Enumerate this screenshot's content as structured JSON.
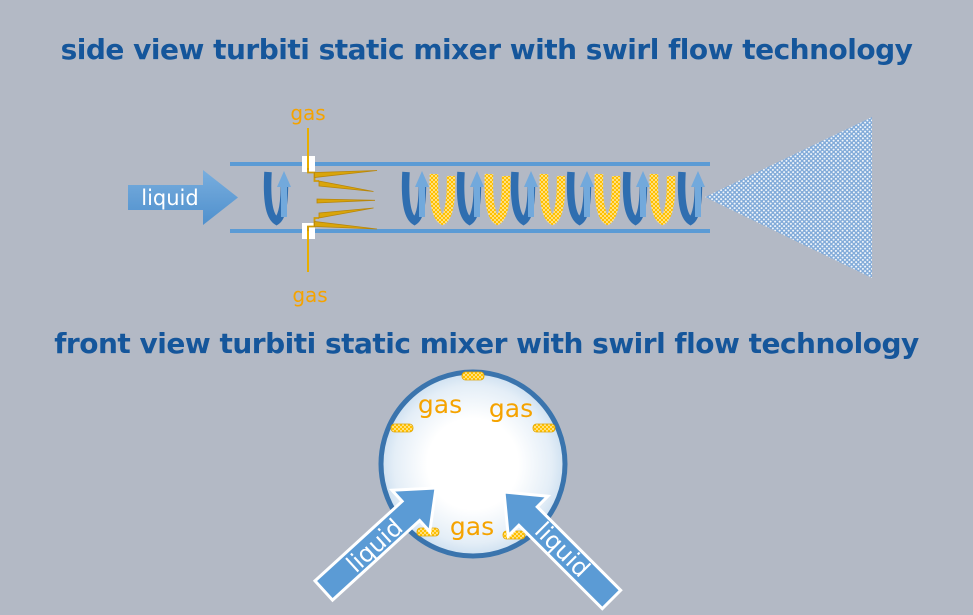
{
  "side_view": {
    "title": "side view turbiti static mixer with swirl flow technology",
    "liquid_label": "liquid",
    "gas_top_label": "gas",
    "gas_bottom_label": "gas"
  },
  "front_view": {
    "title": "front view turbiti static mixer with swirl flow technology",
    "gas_top_left_label": "gas",
    "gas_top_right_label": "gas",
    "gas_bottom_label": "gas",
    "liquid_left_label": "liquid",
    "liquid_right_label": "liquid"
  },
  "colors": {
    "background": "#b3b9c5",
    "title_blue": "#15569b",
    "pipe_blue": "#5b9bd5",
    "mixer_element_dark_blue": "#2f6eb0",
    "mixer_arrow_light_blue": "#72a9dc",
    "gas_label_gold": "#f5a300",
    "mixer_gold": "#ffc000",
    "injector_gold": "#d9a50a",
    "liquid_arrow_blue": "#5b9bd5",
    "spray_blue": "#82abd9",
    "label_text_white": "#ffffff"
  }
}
